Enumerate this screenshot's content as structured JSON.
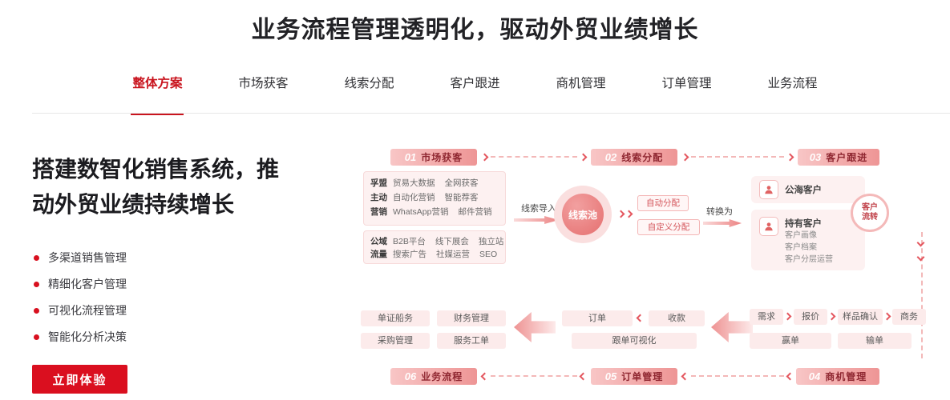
{
  "page": {
    "title": "业务流程管理透明化，驱动外贸业绩增长"
  },
  "colors": {
    "accent": "#d8101f",
    "pink": "#f4b9b9"
  },
  "tabs": [
    {
      "label": "整体方案",
      "active": true
    },
    {
      "label": "市场获客"
    },
    {
      "label": "线索分配"
    },
    {
      "label": "客户跟进"
    },
    {
      "label": "商机管理"
    },
    {
      "label": "订单管理"
    },
    {
      "label": "业务流程"
    }
  ],
  "left": {
    "heading_line1": "搭建数智化销售系统，推",
    "heading_line2": "动外贸业绩持续增长",
    "bullets": [
      "多渠道销售管理",
      "精细化客户管理",
      "可视化流程管理",
      "智能化分析决策"
    ],
    "cta": "立即体验"
  },
  "diagram": {
    "stages": {
      "s1": {
        "num": "01",
        "label": "市场获客"
      },
      "s2": {
        "num": "02",
        "label": "线索分配"
      },
      "s3": {
        "num": "03",
        "label": "客户跟进"
      },
      "s4": {
        "num": "04",
        "label": "商机管理"
      },
      "s5": {
        "num": "05",
        "label": "订单管理"
      },
      "s6": {
        "num": "06",
        "label": "业务流程"
      }
    },
    "market": {
      "rows": [
        {
          "label": "孚盟",
          "items": [
            "贸易大数据",
            "全网获客"
          ]
        },
        {
          "label": "主动",
          "items": [
            "自动化营销",
            "智能荐客"
          ]
        },
        {
          "label": "营销",
          "items": [
            "WhatsApp营销",
            "邮件营销"
          ]
        }
      ],
      "rows2": [
        {
          "label": "公域",
          "items": [
            "B2B平台",
            "线下展会",
            "独立站"
          ]
        },
        {
          "label": "流量",
          "items": [
            "搜索广告",
            "社媒运营",
            "SEO"
          ]
        }
      ]
    },
    "leads": {
      "import_label": "线索导入",
      "pool": "线索池",
      "auto": "自动分配",
      "custom": "自定义分配",
      "convert": "转换为"
    },
    "customers": {
      "public": "公海客户",
      "public_icon": "user-focus",
      "own": "持有客户",
      "own_icon": "user-focus",
      "own_items": [
        "客户画像",
        "客户档案",
        "客户分层运营"
      ],
      "flow": "客户流转"
    },
    "bottom": {
      "process_boxes": [
        "单证船务",
        "财务管理",
        "采购管理",
        "服务工单"
      ],
      "order_box1": "订单",
      "order_box2": "收款",
      "order_wide": "跟单可视化",
      "opportunity_flow": [
        "需求",
        "报价",
        "样品确认",
        "商务"
      ],
      "win": "赢单",
      "lose": "输单"
    }
  }
}
